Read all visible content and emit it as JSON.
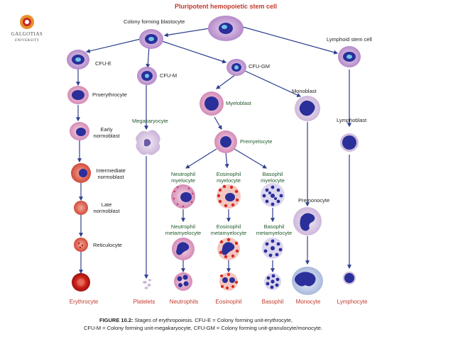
{
  "logo": {
    "name": "GALGOTIAS",
    "sub": "UNIVERSITY"
  },
  "title": "Pluripotent hemopoietic stem cell",
  "nodes": {
    "colony_blastocyte": "Colony forming blastocyte",
    "lymphoid_stem": "Lymphoid stem cell",
    "cfu_e": "CFU-E",
    "cfu_m": "CFU-M",
    "cfu_gm": "CFU-GM",
    "proerythrocyte": "Proerythrocyte",
    "early_normoblast_1": "Early",
    "early_normoblast_2": "normoblast",
    "intermediate_normoblast_1": "Intermediate",
    "intermediate_normoblast_2": "normoblast",
    "late_normoblast_1": "Late",
    "late_normoblast_2": "normoblast",
    "reticulocyte": "Reticulocyte",
    "megakaryocyte": "Megakaryocyte",
    "myeloblast": "Myeloblast",
    "monoblast": "Monoblast",
    "lymphoblast": "Lymphoblast",
    "premyelocyte": "Premyelocyte",
    "neutrophil_myelocyte_1": "Neutrophil",
    "neutrophil_myelocyte_2": "myelocyte",
    "eosinophil_myelocyte_1": "Eosinophil",
    "eosinophil_myelocyte_2": "myelocyte",
    "basophil_myelocyte_1": "Basophil",
    "basophil_myelocyte_2": "myelocyte",
    "neutrophil_meta_1": "Neutrophil",
    "neutrophil_meta_2": "metamyelocyte",
    "eosinophil_meta_1": "Eosinophil",
    "eosinophil_meta_2": "metamyelocyte",
    "basophil_meta_1": "Basophil",
    "basophil_meta_2": "metamyelocyte",
    "premonocyte": "Premonocyte"
  },
  "final_cells": {
    "erythrocyte": "Erythrocyte",
    "platelets": "Platelets",
    "neutrophils": "Neutrophils",
    "eosinophil": "Eosinophil",
    "basophil": "Basophil",
    "monocyte": "Monocyte",
    "lymphocyte": "Lymphocyte"
  },
  "caption": {
    "figure": "FIGURE 10.2:",
    "line1": " Stages of erythropoiesis.  CFU-E = Colony forming unit-erythrocyte,",
    "line2": "CFU-M = Colony forming unit-megakaryocyte,  CFU-GM = Colony forming unit-granulocyte/monocyte."
  },
  "colors": {
    "cell_purple": "#b58ac9",
    "nucleus_blue": "#2a2f9a",
    "red": "#c0392b",
    "arrow": "#2e3f8f",
    "green_text": "#1f5a2a"
  }
}
